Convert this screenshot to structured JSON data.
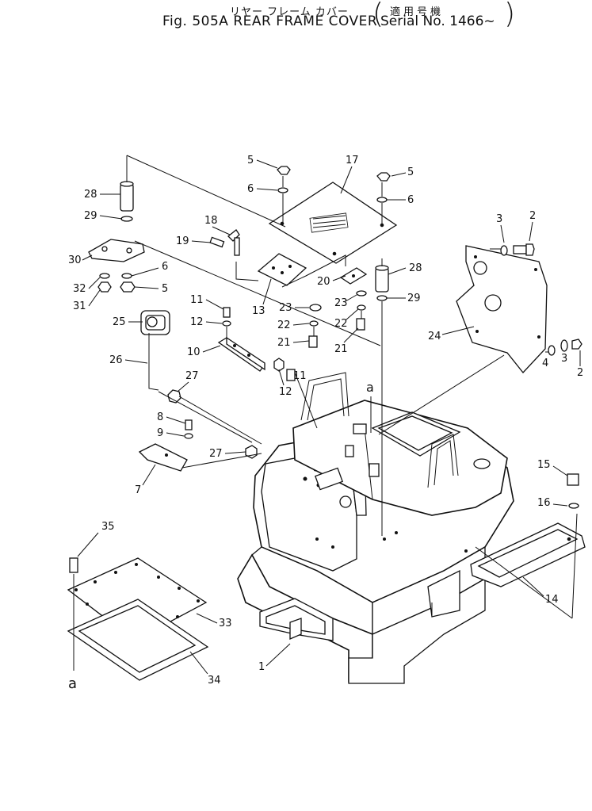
{
  "header": {
    "title_jp": "リヤー フレーム カバー",
    "serial_jp": "適用号機",
    "title_en": "Fig. 505A REAR FRAME COVER",
    "serial_en": "Serial No. 1466~"
  },
  "callouts": {
    "c1": "1",
    "c2a": "2",
    "c2b": "2",
    "c3a": "3",
    "c3b": "3",
    "c4": "4",
    "c5a": "5",
    "c5b": "5",
    "c5c": "5",
    "c6a": "6",
    "c6b": "6",
    "c6c": "6",
    "c7": "7",
    "c8": "8",
    "c9": "9",
    "c10": "10",
    "c11a": "11",
    "c11b": "11",
    "c12a": "12",
    "c12b": "12",
    "c13": "13",
    "c14": "14",
    "c15": "15",
    "c16": "16",
    "c17": "17",
    "c18": "18",
    "c19": "19",
    "c20": "20",
    "c21a": "21",
    "c21b": "21",
    "c22a": "22",
    "c22b": "22",
    "c23a": "23",
    "c23b": "23",
    "c24": "24",
    "c25": "25",
    "c26": "26",
    "c27a": "27",
    "c27b": "27",
    "c28a": "28",
    "c28b": "28",
    "c29a": "29",
    "c29b": "29",
    "c30": "30",
    "c31": "31",
    "c32": "32",
    "c33": "33",
    "c34": "34",
    "c35": "35",
    "ref_a_top": "a",
    "ref_a_bottom": "a"
  }
}
